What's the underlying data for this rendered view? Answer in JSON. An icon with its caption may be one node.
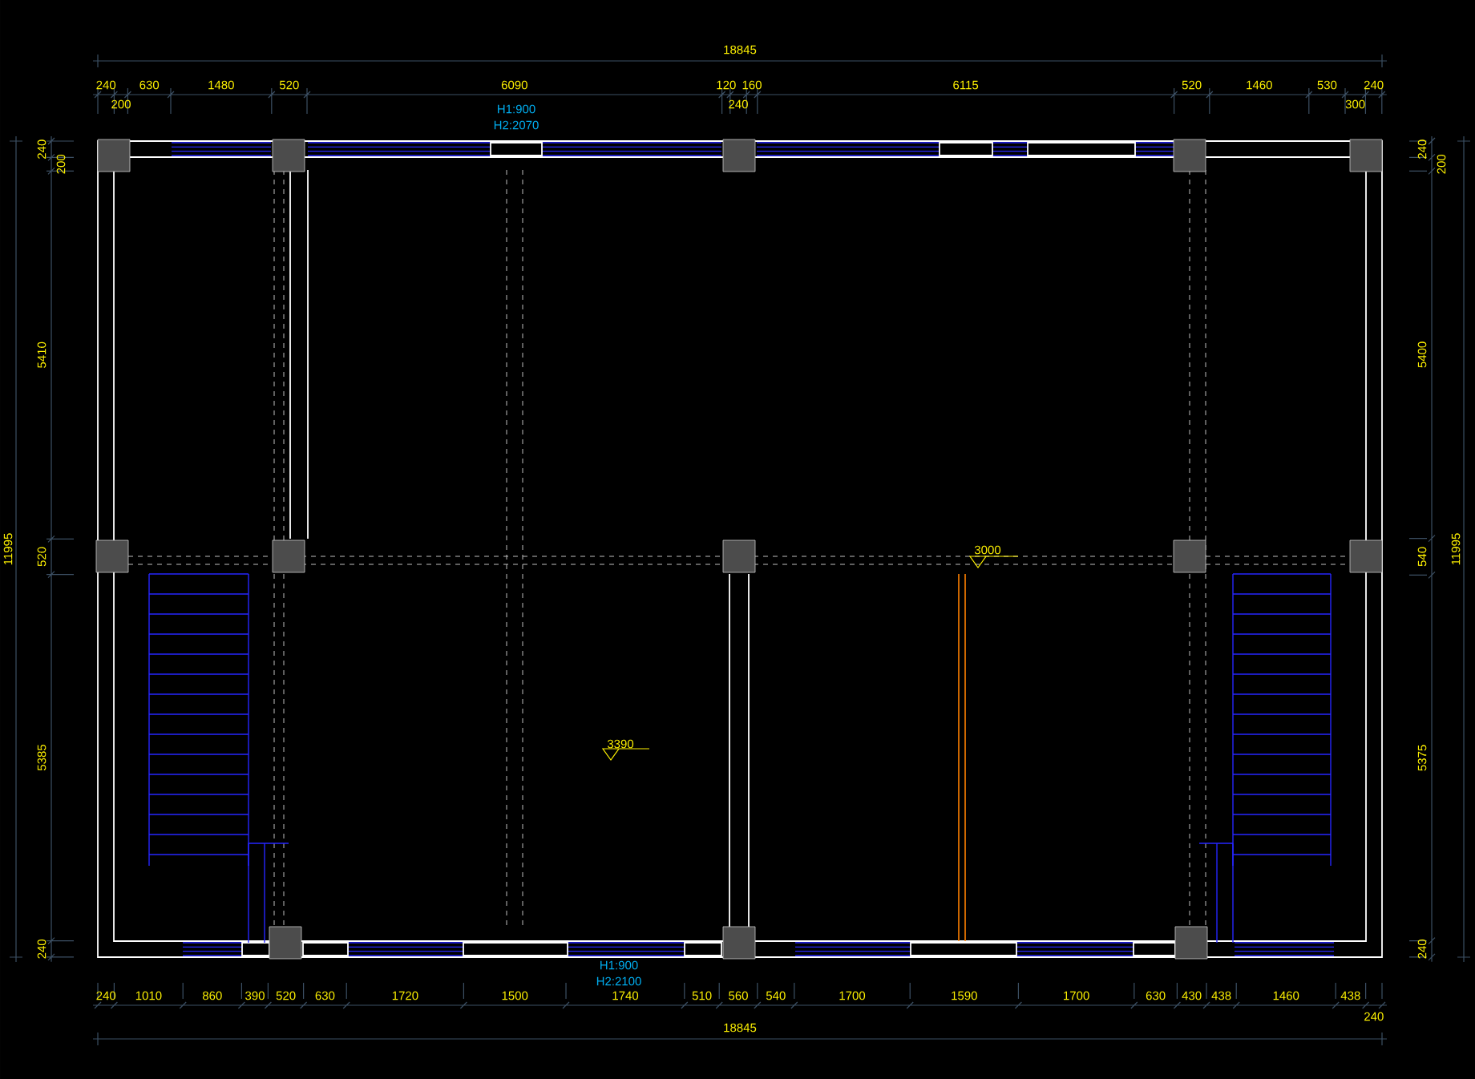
{
  "diagram": {
    "labels": [
      "18845",
      "240",
      "200",
      "630",
      "1480",
      "520",
      "6090",
      "120",
      "240",
      "160",
      "6115",
      "520",
      "1460",
      "530",
      "300",
      "240",
      "H1:900",
      "H2:2070",
      "11995",
      "240",
      "200",
      "5410",
      "520",
      "5385",
      "240",
      "3000",
      "3390",
      "240",
      "200",
      "5400",
      "540",
      "5375",
      "240",
      "11995",
      "H1:900",
      "H2:2100",
      "240",
      "1010",
      "860",
      "390",
      "520",
      "630",
      "1720",
      "1500",
      "1740",
      "510",
      "560",
      "540",
      "1700",
      "1590",
      "1700",
      "630",
      "430",
      "438",
      "1460",
      "438",
      "240",
      "18845"
    ]
  }
}
